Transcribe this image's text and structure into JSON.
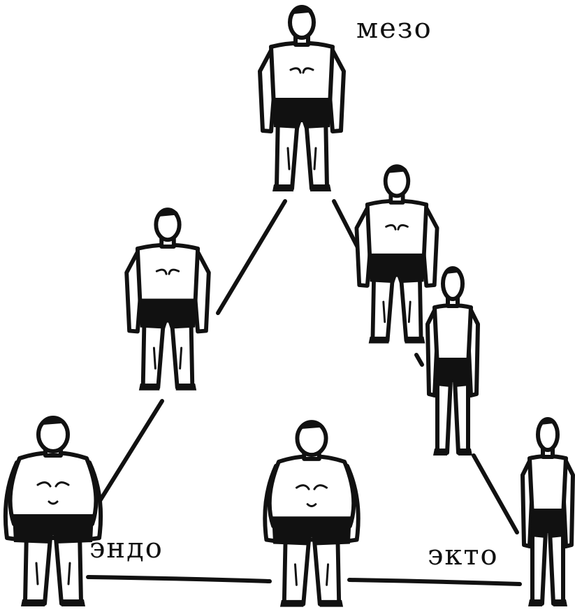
{
  "labels": {
    "meso": "мезо",
    "endo": "эндо",
    "ecto": "экто"
  },
  "colors": {
    "ink": "#111111",
    "paper": "#ffffff"
  }
}
